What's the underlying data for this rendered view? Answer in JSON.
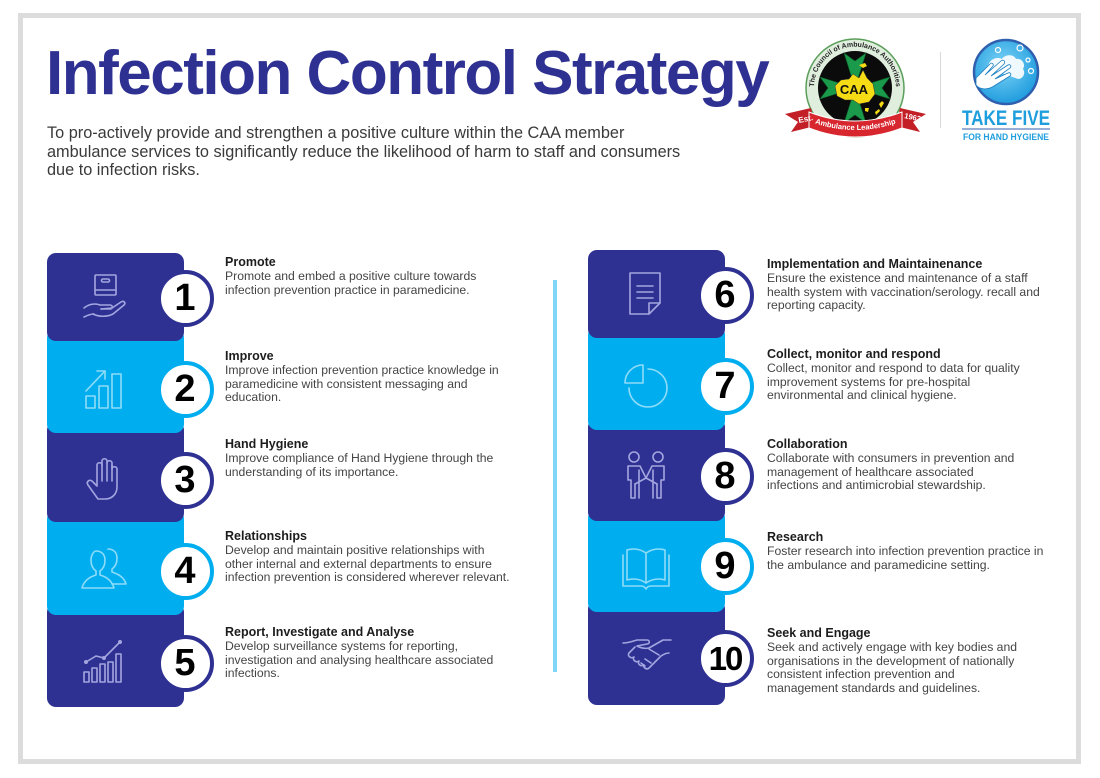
{
  "header": {
    "title": "Infection Control Strategy",
    "description_lines": [
      "To pro-actively provide and strengthen a positive culture within the CAA member",
      "ambulance services to significantly reduce the likelihood of harm to staff and consumers",
      "due to infection risks."
    ]
  },
  "logos": {
    "caa": {
      "ring_text": "The Council of Ambulance Authorities",
      "center_text": "CAA",
      "banner_left": "Est.",
      "banner_center": "Ambulance Leadership",
      "banner_right": "1962"
    },
    "take_five": {
      "title": "TAKE FIVE",
      "subtitle": "FOR HAND HYGIENE"
    }
  },
  "colors": {
    "primary": "#2e3192",
    "accent": "#00aeef",
    "divider": "#7fd6f6",
    "caa_red": "#d7262e",
    "caa_green": "#1a9a4a",
    "take_five_blue": "#1e9edc"
  },
  "items": [
    {
      "number": "1",
      "title": "Promote",
      "style": "dark",
      "icon": "box-in-hand-icon",
      "lines": [
        "Promote and embed a positive culture towards",
        "infection prevention practice in paramedicine."
      ]
    },
    {
      "number": "2",
      "title": "Improve",
      "style": "light",
      "icon": "growth-chart-icon",
      "lines": [
        "Improve infection prevention practice knowledge in",
        "paramedicine with consistent messaging and",
        "education."
      ]
    },
    {
      "number": "3",
      "title": "Hand Hygiene",
      "style": "dark",
      "icon": "hand-icon",
      "lines": [
        "Improve compliance of Hand Hygiene through the",
        "understanding of its importance."
      ]
    },
    {
      "number": "4",
      "title": "Relationships",
      "style": "light",
      "icon": "people-icon",
      "lines": [
        "Develop and maintain positive relationships with",
        "other internal and external departments to ensure",
        "infection prevention is considered wherever relevant."
      ]
    },
    {
      "number": "5",
      "title": "Report, Investigate and Analyse",
      "style": "dark",
      "icon": "analytics-chart-icon",
      "lines": [
        "Develop surveillance systems for reporting,",
        "investigation and analysing healthcare associated",
        "infections."
      ]
    },
    {
      "number": "6",
      "title": "Implementation and Maintainenance",
      "style": "dark",
      "icon": "note-document-icon",
      "lines": [
        "Ensure the existence and maintenance of a staff",
        "health system with vaccination/serology. recall and",
        "reporting capacity."
      ]
    },
    {
      "number": "7",
      "title": "Collect, monitor and respond",
      "style": "light",
      "icon": "pie-chart-icon",
      "lines": [
        "Collect, monitor and respond to data for quality",
        "improvement systems for pre-hospital",
        "environmental and clinical hygiene."
      ]
    },
    {
      "number": "8",
      "title": "Collaboration",
      "style": "dark",
      "icon": "people-holding-hands-icon",
      "lines": [
        "Collaborate with consumers in prevention and",
        "management of healthcare associated",
        "infections and antimicrobial stewardship."
      ]
    },
    {
      "number": "9",
      "title": "Research",
      "style": "light",
      "icon": "open-book-icon",
      "lines": [
        "Foster research into infection prevention practice in",
        "the ambulance and paramedicine setting."
      ]
    },
    {
      "number": "10",
      "title": "Seek and Engage",
      "style": "dark",
      "icon": "handshake-icon",
      "lines": [
        "Seek and actively engage with key bodies and",
        "organisations in the development of nationally",
        "consistent infection prevention and",
        "management standards and guidelines."
      ]
    }
  ]
}
